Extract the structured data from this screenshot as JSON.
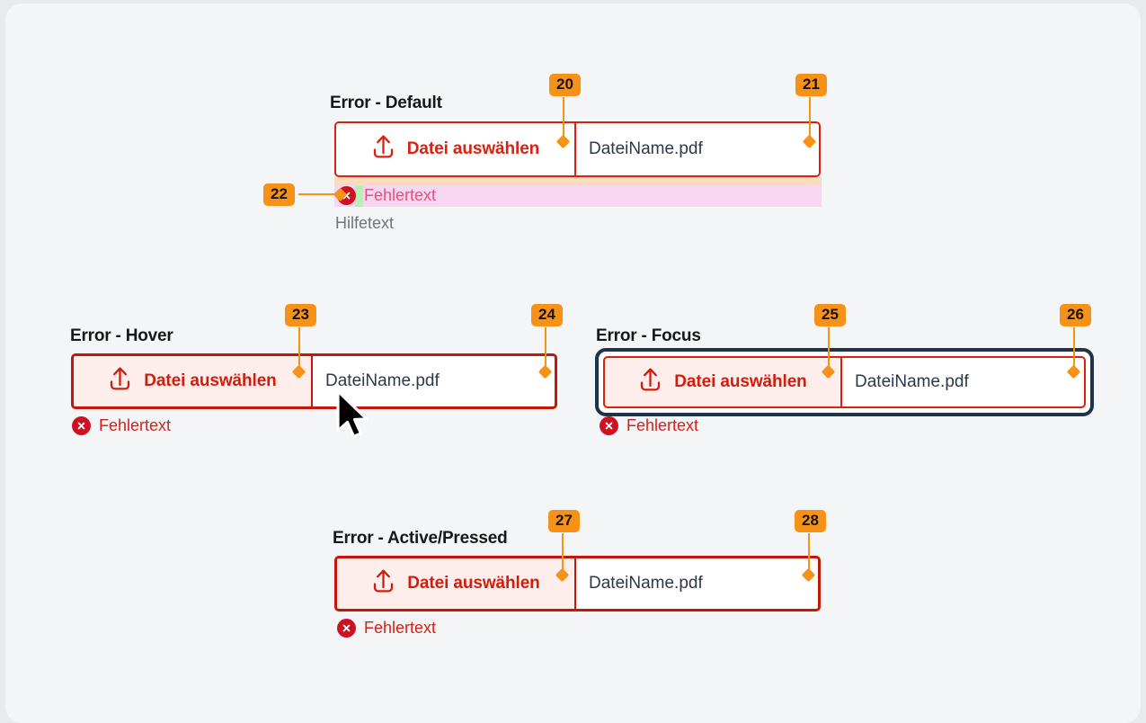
{
  "page": {
    "background": "#f4f5f7",
    "outer_background": "#e9eaec"
  },
  "colors": {
    "error_red": "#dc2010",
    "error_red_strong": "#c4170a",
    "error_text": "#d5201a",
    "error_icon_fill": "#cf1124",
    "button_tint": "#fdeeec",
    "focus_ring": "#1f3349",
    "file_text": "#2b3948",
    "help_text": "#6f7478",
    "callout_orange": "#f79219",
    "band_peach": "#f8dcbc",
    "band_pink": "#f8d5f0",
    "band_green": "#b6eeb4"
  },
  "common": {
    "button_label": "Datei auswählen",
    "file_name": "DateiName.pdf",
    "error_text": "Fehlertext",
    "help_text": "Hilfetext",
    "upload_icon": "upload-icon",
    "error_icon": "error-circle-x-icon"
  },
  "states": [
    {
      "id": "error-default",
      "title": "Error - Default",
      "button_label": "Datei auswählen",
      "file_name": "DateiName.pdf",
      "error_text": "Fehlertext",
      "help_text": "Hilfetext"
    },
    {
      "id": "error-hover",
      "title": "Error - Hover",
      "button_label": "Datei auswählen",
      "file_name": "DateiName.pdf",
      "error_text": "Fehlertext"
    },
    {
      "id": "error-focus",
      "title": "Error - Focus",
      "button_label": "Datei auswählen",
      "file_name": "DateiName.pdf",
      "error_text": "Fehlertext"
    },
    {
      "id": "error-active-pressed",
      "title": "Error - Active/Pressed",
      "button_label": "Datei auswählen",
      "file_name": "DateiName.pdf",
      "error_text": "Fehlertext"
    }
  ],
  "callouts": [
    {
      "number": "20",
      "target": "error-default-button"
    },
    {
      "number": "21",
      "target": "error-default-filefield"
    },
    {
      "number": "22",
      "target": "error-default-error-row"
    },
    {
      "number": "23",
      "target": "error-hover-button"
    },
    {
      "number": "24",
      "target": "error-hover-filefield"
    },
    {
      "number": "25",
      "target": "error-focus-button"
    },
    {
      "number": "26",
      "target": "error-focus-filefield"
    },
    {
      "number": "27",
      "target": "error-active-button"
    },
    {
      "number": "28",
      "target": "error-active-filefield"
    }
  ]
}
